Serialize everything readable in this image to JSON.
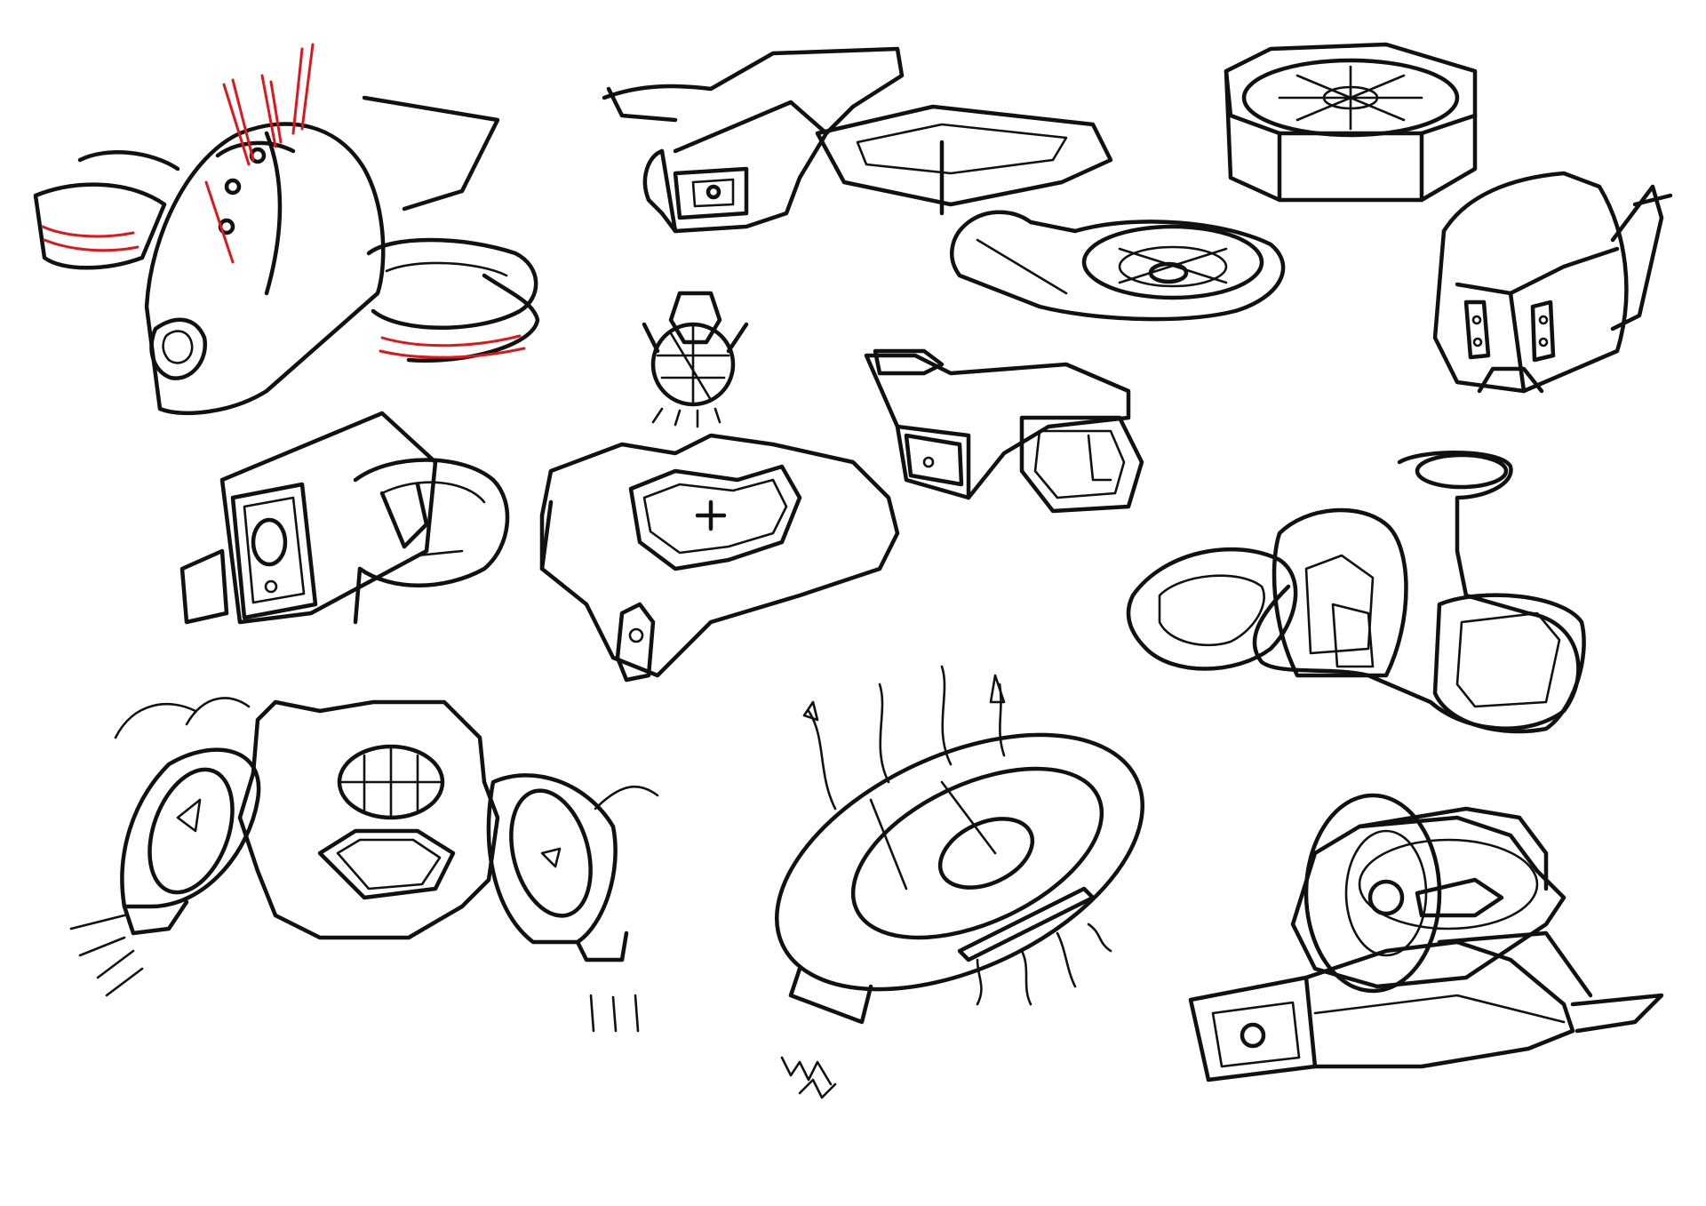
{
  "sheet": {
    "background": "#ffffff",
    "ink_color": "#111111",
    "accent_color": "#e0161b",
    "sketches": [
      {
        "id": "drone-1",
        "subject": "dome-drone-icon",
        "accent": "red"
      },
      {
        "id": "drone-2",
        "subject": "box-body-drone-icon"
      },
      {
        "id": "drone-3",
        "subject": "octagon-fan-drone-icon"
      },
      {
        "id": "drone-4",
        "subject": "camera-drone-icon"
      },
      {
        "id": "drone-5",
        "subject": "globe-drone-icon"
      },
      {
        "id": "drone-6",
        "subject": "twin-pod-drone-icon"
      },
      {
        "id": "drone-7",
        "subject": "ring-fan-drone-icon"
      },
      {
        "id": "drone-8",
        "subject": "tri-arm-drone-icon"
      },
      {
        "id": "drone-9",
        "subject": "cluster-drone-icon"
      },
      {
        "id": "drone-10",
        "subject": "ellipse-disc-drone-icon"
      },
      {
        "id": "drone-11",
        "subject": "wheel-drone-icon"
      },
      {
        "id": "drone-12",
        "subject": "hover-pod-drone-icon"
      }
    ]
  }
}
